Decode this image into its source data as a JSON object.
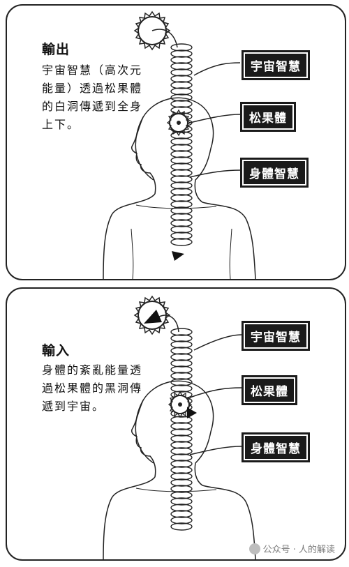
{
  "top_panel": {
    "heading": "輸出",
    "description": "宇宙智慧（高次元能量）透過松果體的白洞傳遞到全身上下。",
    "labels": [
      "宇宙智慧",
      "松果體",
      "身體智慧"
    ]
  },
  "bottom_panel": {
    "heading": "輸入",
    "description": "身體的紊亂能量透過松果體的黑洞傳遞到宇宙。",
    "labels": [
      "宇宙智慧",
      "松果體",
      "身體智慧"
    ]
  },
  "watermark": "公众号 · 人的解读",
  "colors": {
    "label_bg": "#1a1a1a",
    "line": "#222222"
  }
}
